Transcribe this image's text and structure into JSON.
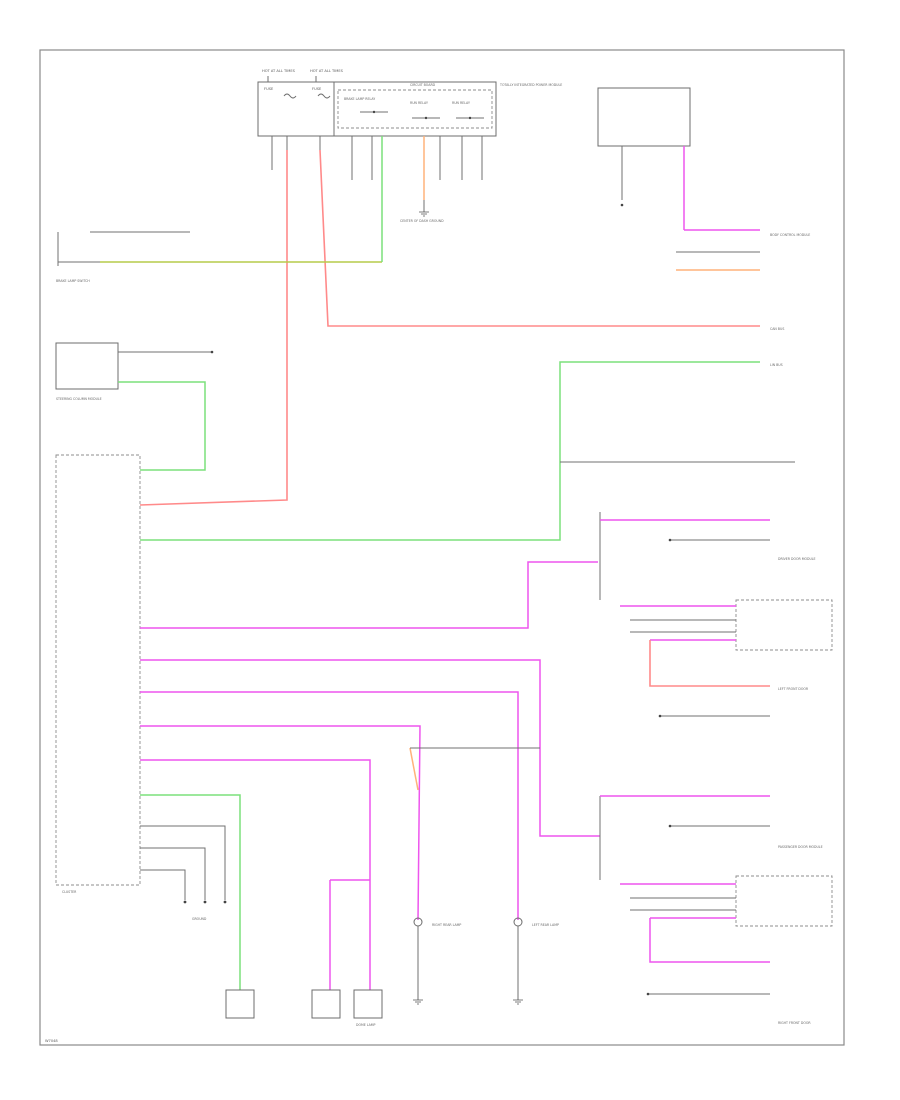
{
  "diagram": {
    "page_code": "W7048",
    "labels": [
      "HOT AT ALL TIMES",
      "HOT AT ALL TIMES",
      "FUSE",
      "FUSE",
      "TOTALLY INTEGRATED POWER MODULE",
      "CIRCUIT BOARD",
      "BRAKE LAMP RELAY",
      "RUN RELAY",
      "RUN RELAY",
      "CENTER OF DASH GROUND",
      "BODY CONTROL MODULE",
      "BRAKE LAMP SWITCH",
      "STEERING COLUMN MODULE",
      "LEFT FRONT DOOR",
      "PASSENGER DOOR MODULE",
      "DRIVER DOOR MODULE",
      "DOME LAMP",
      "RIGHT REAR LAMP",
      "LEFT REAR LAMP",
      "RIGHT FRONT DOOR",
      "GROUND",
      "CLUSTER",
      "LIN BUS",
      "CAN BUS"
    ]
  }
}
